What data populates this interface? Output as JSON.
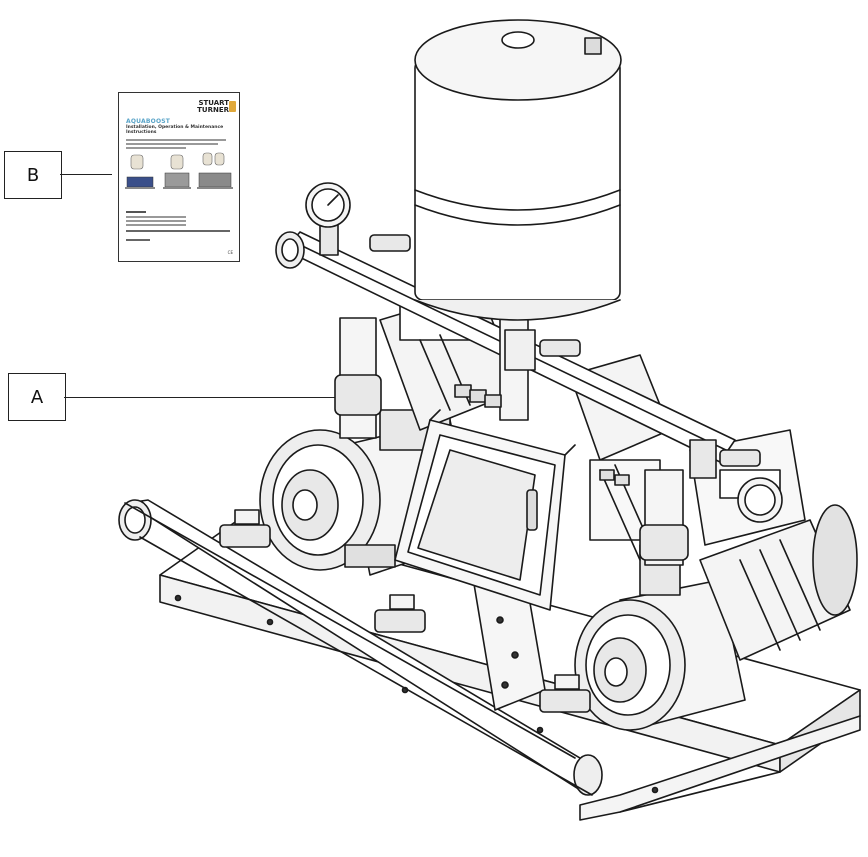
{
  "callouts": {
    "a": "A",
    "b": "B"
  },
  "manual": {
    "brand_line1": "STUART",
    "brand_line2": "TURNER",
    "product": "AQUABOOST",
    "subtitle": "Installation, Operation & Maintenance Instructions",
    "footer_mark": "CE"
  },
  "colors": {
    "line": "#1a1a1a",
    "shade": "#bdbdbd",
    "light": "#e4e4e4",
    "motor_blue": "#3a4f8a",
    "brand_badge": "#e0a83a",
    "product_blue": "#5aa4c8"
  }
}
